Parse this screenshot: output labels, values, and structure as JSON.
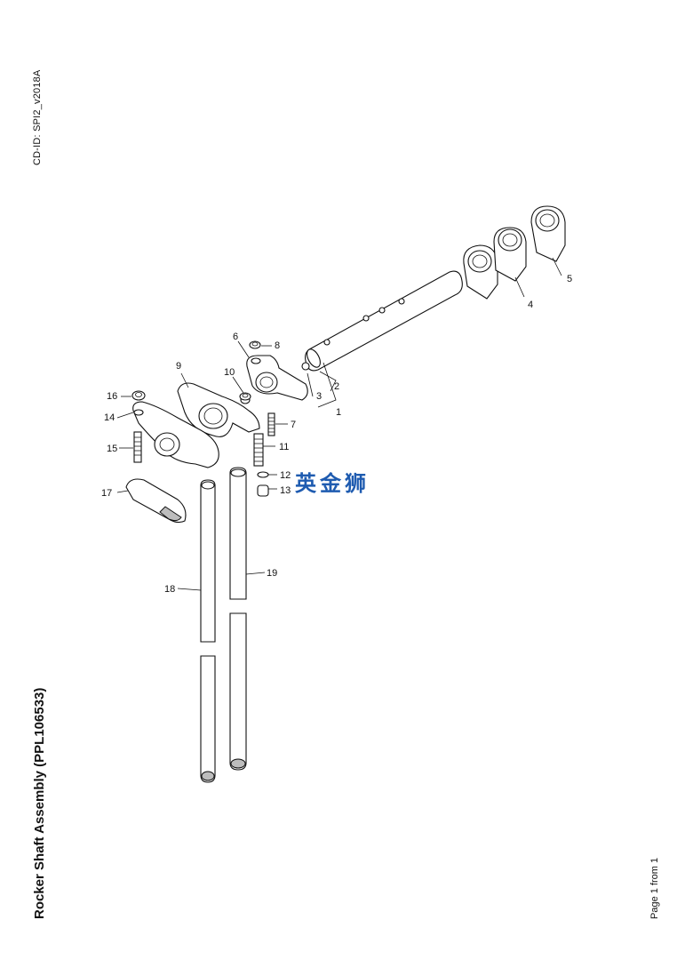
{
  "header": {
    "cd_id": "CD-ID: SPI2_v2018A"
  },
  "title": "Rocker Shaft Assembly (PPL106533)",
  "footer": {
    "page": "Page 1 from 1"
  },
  "watermark": "英金狮",
  "callouts": [
    "1",
    "2",
    "3",
    "4",
    "5",
    "6",
    "7",
    "8",
    "9",
    "10",
    "11",
    "12",
    "13",
    "14",
    "15",
    "16",
    "17",
    "18",
    "19"
  ]
}
